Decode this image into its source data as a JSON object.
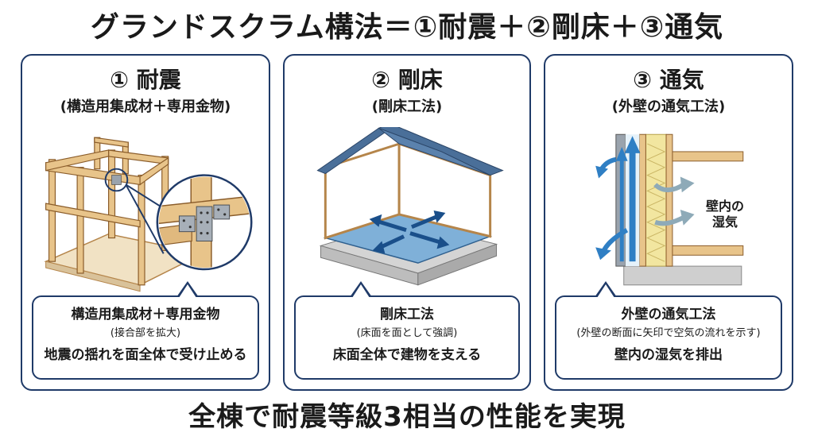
{
  "title": "グランドスクラム構法＝①耐震＋②剛床＋③通気",
  "footer": "全棟で耐震等級3相当の性能を実現",
  "panels": [
    {
      "title": "① 耐震",
      "subtitle": "(構造用集成材＋専用金物)",
      "callout_main": "構造用集成材＋専用金物",
      "callout_small": "(接合部を拡大)",
      "callout_bottom": "地震の揺れを面全体で受け止める"
    },
    {
      "title": "② 剛床",
      "subtitle": "(剛床工法)",
      "callout_main": "剛床工法",
      "callout_small": "(床面を面として強調)",
      "callout_bottom": "床面全体で建物を支える"
    },
    {
      "title": "③ 通気",
      "subtitle": "(外壁の通気工法)",
      "callout_main": "外壁の通気工法",
      "callout_small": "(外壁の断面に矢印で空気の流れを示す)",
      "callout_bottom": "壁内の湿気を排出",
      "wall_label_1": "壁内の",
      "wall_label_2": "湿気"
    }
  ],
  "colors": {
    "border": "#1f3a68",
    "wood": "#e8c48a",
    "wood_dark": "#b5854a",
    "floor": "#7fb0d8",
    "roof": "#4a6f99",
    "arrow": "#1a5fa8",
    "air": "#5aa6d6",
    "insulation": "#f2e6a0"
  }
}
